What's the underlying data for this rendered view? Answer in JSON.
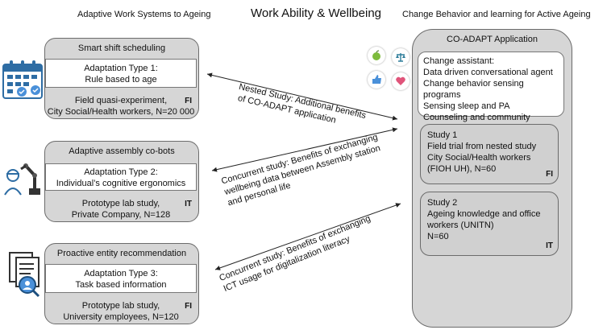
{
  "headers": {
    "left": "Adaptive Work Systems to Ageing",
    "center": "Work Ability & Wellbeing",
    "right": "Change Behavior and learning for Active Ageing"
  },
  "panels": [
    {
      "title": "Smart shift scheduling",
      "box_lines": [
        "Adaptation Type 1:",
        "Rule based to age"
      ],
      "bottom_lines": [
        "Field quasi-experiment,",
        "City Social/Health workers, N=20 000"
      ],
      "country": "FI"
    },
    {
      "title": "Adaptive assembly co-bots",
      "box_lines": [
        "Adaptation Type 2:",
        "Individual’s cognitive ergonomics"
      ],
      "bottom_lines": [
        "Prototype lab study,",
        "Private Company, N=128"
      ],
      "country": "IT"
    },
    {
      "title": "Proactive entity recommendation",
      "box_lines": [
        "Adaptation Type 3:",
        "Task based information"
      ],
      "bottom_lines": [
        "Prototype lab study,",
        "University employees, N=120"
      ],
      "country": "FI"
    }
  ],
  "connectors": {
    "nested": [
      "Nested Study: Additional benefits",
      "of CO-ADAPT application"
    ],
    "concurrent1": [
      "Concurrent study: Benefits of exchanging",
      "wellbeing data between Assembly station",
      "and personal life"
    ],
    "concurrent2": [
      "Concurrent study: Benefits of exchanging",
      "ICT usage for digitalization literacy"
    ]
  },
  "app": {
    "title": "CO-ADAPT Application",
    "assistant_lines": [
      "Change assistant:",
      "Data driven conversational agent",
      "Change behavior sensing programs",
      "Sensing sleep and PA",
      "Counseling and community"
    ],
    "study1": {
      "lines": [
        "Study 1",
        "Field trial from nested study",
        "City Social/Health workers",
        "(FIOH UH), N=60"
      ],
      "country": "FI"
    },
    "study2": {
      "lines": [
        "Study 2",
        "Ageing knowledge and office",
        "workers (UNITN)",
        "N=60"
      ],
      "country": "IT"
    }
  },
  "icons": [
    "calendar-icon",
    "robot-arm-worker-icon",
    "document-search-icon",
    "apple-icon",
    "balance-scale-icon",
    "thumbs-up-icon",
    "heart-icon"
  ],
  "colors": {
    "panel": "#d6d6d6",
    "border": "#6b6b6b",
    "calendar": "#2e6da4",
    "check": "#4a90d9"
  }
}
